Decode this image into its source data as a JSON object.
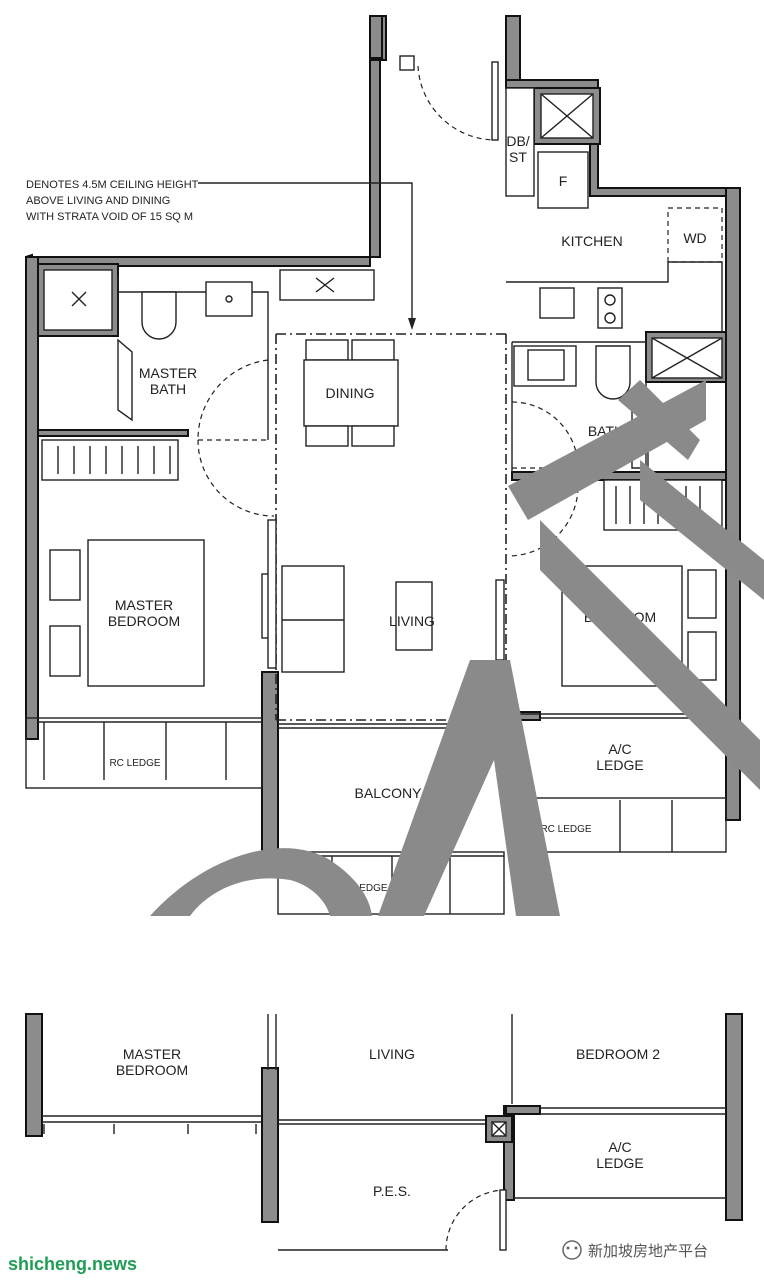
{
  "note": {
    "line1": "DENOTES 4.5M CEILING HEIGHT",
    "line2": "ABOVE LIVING AND DINING",
    "line3": "WITH STRATA VOID OF 15 SQ M"
  },
  "rooms": {
    "db_st_1": "DB/",
    "db_st_2": "ST",
    "fridge": "F",
    "kitchen": "KITCHEN",
    "wd": "WD",
    "master_bath_1": "MASTER",
    "master_bath_2": "BATH",
    "dining": "DINING",
    "bath2_1": "BATH",
    "bath2_2": "2",
    "master_bedroom_1": "MASTER",
    "master_bedroom_2": "BEDROOM",
    "living": "LIVING",
    "bedroom2_1": "BEDROOM",
    "bedroom2_2": "2",
    "ac_ledge_1": "A/C",
    "ac_ledge_2": "LEDGE",
    "rc_ledge_left": "RC LEDGE",
    "balcony": "BALCONY",
    "rc_ledge_right": "RC LEDGE",
    "rc_ledge_bottom": "RC LEDGE"
  },
  "alt_plan": {
    "master_bedroom_1": "MASTER",
    "master_bedroom_2": "BEDROOM",
    "living": "LIVING",
    "bedroom2": "BEDROOM 2",
    "ac_ledge_1": "A/C",
    "ac_ledge_2": "LEDGE",
    "pes": "P.E.S."
  },
  "watermark": {
    "site": "shicheng.news",
    "channel": "新加坡房地产平台"
  },
  "colors": {
    "wall": "#8c8c8c",
    "draft_stamp": "#8a8a8a",
    "site_green": "#1f9d55",
    "site_blue": "#1f5fb8"
  }
}
